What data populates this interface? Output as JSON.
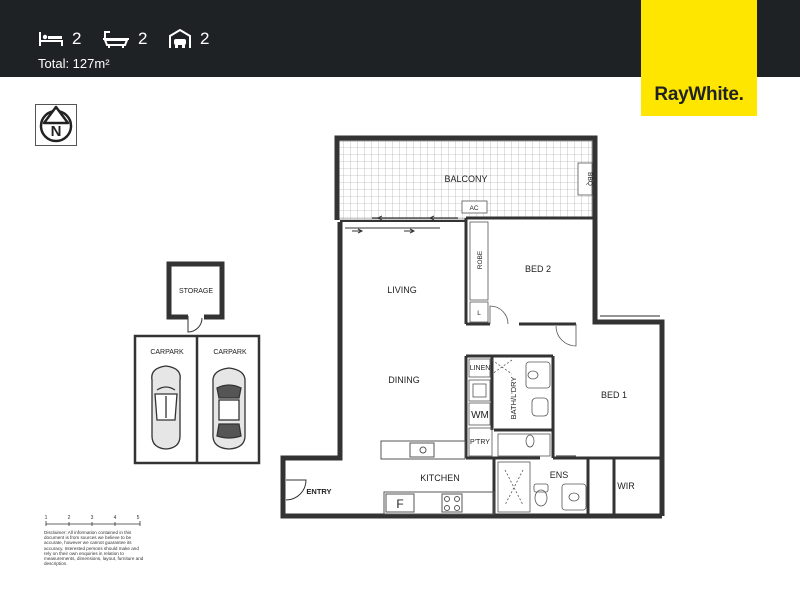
{
  "header": {
    "bedrooms": "2",
    "bathrooms": "2",
    "garages": "2",
    "total_area": "Total: 127m²",
    "background": "#1f2224"
  },
  "brand": {
    "name": "RayWhite",
    "suffix": ".",
    "color": "#ffe600"
  },
  "compass": {
    "letter": "N"
  },
  "rooms": {
    "balcony": "BALCONY",
    "bbq": "BBQ",
    "ac": "AC",
    "robe": "ROBE",
    "bed2": "BED 2",
    "l": "L",
    "living": "LIVING",
    "dining": "DINING",
    "linen": "LINEN",
    "wm": "WM",
    "bath_ldry": "BATH/L'DRY",
    "ptry": "P'TRY",
    "kitchen": "KITCHEN",
    "f": "F",
    "ens": "ENS",
    "bed1": "BED 1",
    "wir": "WIR",
    "entry": "ENTRY",
    "storage": "STORAGE",
    "carpark_1": "CARPARK",
    "carpark_2": "CARPARK"
  },
  "scale_labels": [
    "1",
    "2",
    "3",
    "4",
    "5"
  ],
  "disclaimer": "Disclaimer: All information contained in this document is from sources we believe to be accurate, however we cannot guarantee its accuracy. Interested persons should make and rely on their own enquiries in relation to measurements, dimensions, layout, furniture and description."
}
